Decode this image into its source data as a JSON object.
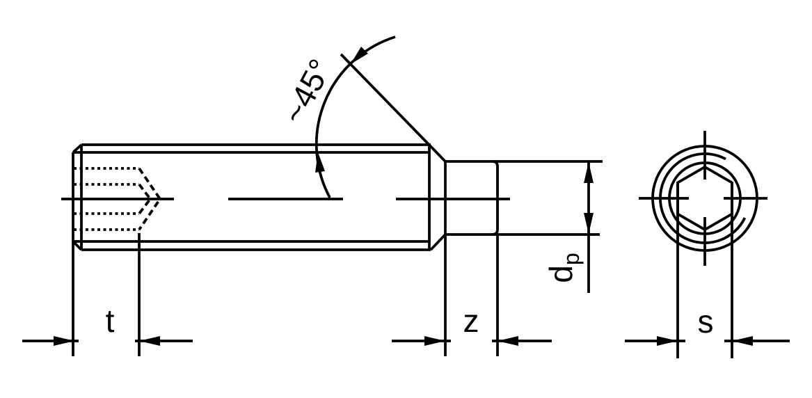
{
  "drawing": {
    "description_labels": {
      "chamfer_angle": "~45°",
      "socket_depth": "t",
      "point_length": "z",
      "point_diameter_main": "d",
      "point_diameter_sub": "p",
      "socket_af": "s"
    },
    "colors": {
      "line": "#000000",
      "background": "#ffffff"
    }
  }
}
